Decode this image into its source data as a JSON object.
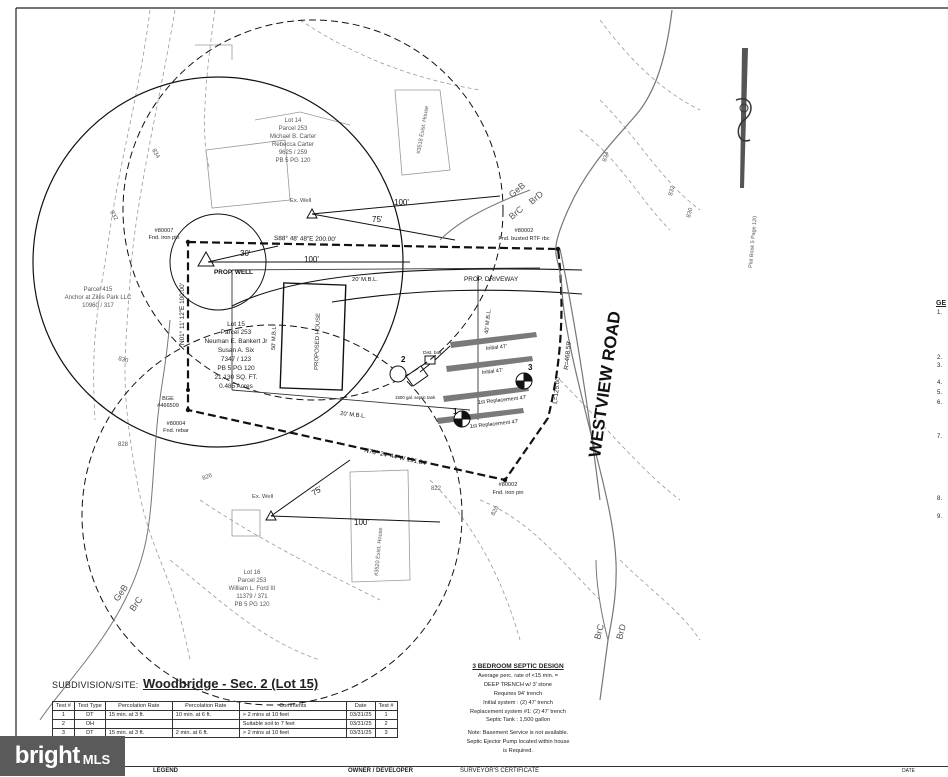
{
  "plan": {
    "road_name": "WESTVIEW ROAD",
    "lots": [
      {
        "lines": [
          "Lot 14",
          "Parcel 253",
          "Michael B. Carter",
          "Rebecca Carter",
          "9625 / 259",
          "PB 5 PG 120"
        ]
      },
      {
        "lines": [
          "Lot 15",
          "Parcel 253",
          "Neuman E. Bankert Jr",
          "Susan A. Six",
          "7347 / 123",
          "PB 5 PG 120",
          "21,130 SQ. FT.",
          "0.485 Acres"
        ]
      },
      {
        "lines": [
          "Lot 16",
          "Parcel 253",
          "William L. Ford III",
          "11379 / 371",
          "PB 5 PG 120"
        ]
      },
      {
        "lines": [
          "Parcel 415",
          "Anchor at Ziles Park LLC",
          "10960 / 317"
        ]
      }
    ],
    "markers": [
      {
        "lines": [
          "#80007",
          "Fnd. iron pin"
        ]
      },
      {
        "lines": [
          "#80002",
          "Fnd. busted RTF rbc"
        ]
      },
      {
        "lines": [
          "BGE",
          "#466509"
        ]
      },
      {
        "lines": [
          "#80004",
          "Fnd. rebar"
        ]
      },
      {
        "lines": [
          "#80002",
          "Fnd. iron pin"
        ]
      }
    ],
    "bearings": {
      "north": "S88° 48' 48\"E  200.00'",
      "south": "N78° 24' 44\"W  191.84'",
      "west": "N01° 11' 12\"E  100.00'",
      "east_l": "L=125.00'",
      "east_r": "R=468.59'"
    },
    "labels": {
      "prop_well": "PROP. WELL",
      "prop_house": "PROPOSED HOUSE",
      "prop_driveway": "PROP. DRIVEWAY",
      "mbl_20_top": "20' M.B.L.",
      "mbl_20_bottom": "20' M.B.L.",
      "mbl_50": "50' M.B.L.",
      "mbl_40": "40' M.B.L.",
      "ex_well_top": "Ex. Well",
      "ex_well_bottom": "Ex. Well",
      "exist_house_top": "#3518 Exist. House",
      "exist_house_bottom": "#3520 Exist. House",
      "dist_box": "Dist. box",
      "septic_tank": "1500 gal. septic tank",
      "d100_top": "100'",
      "d75_top": "75'",
      "d30": "30'",
      "d100_mid": "100'",
      "d75_bottom": "75'",
      "d100_bottom": "100'",
      "trench_1": "Initial 47'",
      "trench_2": "Initial 47'",
      "trench_3": "1st Replacement 47'",
      "trench_4": "1st Replacement 47'",
      "test_1": "1",
      "test_2": "2",
      "test_3": "3",
      "soil_geb_top": "GeB",
      "soil_brc_top": "BrC",
      "soil_brd_top": "BrD",
      "soil_geb_bottom": "GeB",
      "soil_brc_bottom": "BrC",
      "soil_brc_right": "BrC",
      "soil_brd_right": "BrD",
      "plat_ref": "Plat Book 5 Page 120"
    },
    "contours": [
      "834",
      "832",
      "830",
      "828",
      "826",
      "822",
      "820",
      "834",
      "832",
      "830"
    ]
  },
  "subdivision": {
    "label": "SUBDIVISION/SITE:",
    "value": "Woodbridge - Sec. 2 (Lot 15)"
  },
  "perc_table": {
    "headers": [
      "Test #",
      "Test Type",
      "Percolation Rate",
      "Percolation Rate",
      "Comments",
      "Date",
      "Test #"
    ],
    "rows": [
      [
        "1",
        "DT",
        "15 min. at   3   ft.",
        "10 min. at   6   ft.",
        "> 2 mins at 10 feet",
        "03/31/25",
        "1"
      ],
      [
        "2",
        "OH",
        "",
        "",
        "Suitable soil to 7 feet",
        "03/31/25",
        "2"
      ],
      [
        "3",
        "DT",
        "15 min. at   3   ft.",
        "2 min. at   6   ft.",
        "> 2 mins at 10 feet",
        "03/31/25",
        "3"
      ]
    ]
  },
  "septic_design": {
    "title": "3 BEDROOM SEPTIC DESIGN",
    "lines": [
      "Average perc. rate of <15 min. =",
      "DEEP TRENCH w/ 3' stone",
      "Requires 94' trench",
      "Initial system : (2) 47' trench",
      "Replacement system #1: (2) 47' trench",
      "Septic Tank : 1,500 gallon",
      "",
      "Note: Basement Service is not available.",
      "Septic Ejector Pump located within house",
      "is Required."
    ]
  },
  "bottom_bar": {
    "legend": "LEGEND",
    "owner": "OWNER / DEVELOPER",
    "surveyor": "SURVEYOR'S CERTIFICATE",
    "date": "DATE"
  },
  "right_notes": {
    "header": "GE",
    "numbers": [
      "1.",
      "2.",
      "3.",
      "4.",
      "5.",
      "6.",
      "7.",
      "8.",
      "9."
    ]
  },
  "watermark": {
    "brand": "bright",
    "suffix": "MLS"
  },
  "colors": {
    "line": "#1a1a1a",
    "contour": "#9a9a9a",
    "trench": "#7a7a7a",
    "watermark_bg": "#5a5a5a"
  }
}
